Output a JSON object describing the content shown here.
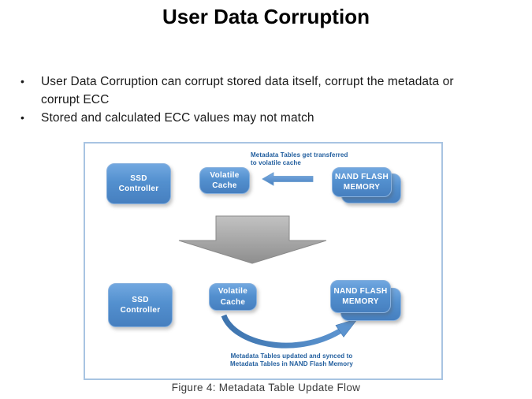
{
  "slide": {
    "title": "User Data Corruption",
    "bullet_glyph": "•",
    "bullets": [
      {
        "text": "User Data Corruption can corrupt stored data itself, corrupt the metadata or corrupt ECC"
      },
      {
        "text": "Stored and calculated ECC values may not match"
      }
    ]
  },
  "figure": {
    "caption": "Figure 4: Metadata Table Update Flow",
    "top": {
      "ssd": {
        "line1": "SSD",
        "line2": "Controller"
      },
      "cache": {
        "line1": "Volatile",
        "line2": "Cache"
      },
      "nand": {
        "line1": "NAND FLASH",
        "line2": "MEMORY"
      },
      "transfer_label": {
        "line1": "Metadata Tables get transferred",
        "line2": "to volatile cache"
      }
    },
    "bottom": {
      "ssd": {
        "line1": "SSD",
        "line2": "Controller"
      },
      "cache": {
        "line1": "Volatile",
        "line2": "Cache"
      },
      "nand": {
        "line1": "NAND FLASH",
        "line2": "MEMORY"
      },
      "sync_label": {
        "line1": "Metadata Tables updated and synced to",
        "line2": "Metadata Tables in NAND Flash Memory"
      }
    }
  },
  "colors": {
    "node_blue_top": "#72a8e0",
    "node_blue_bottom": "#467fbf",
    "node_border": "#8ab2de",
    "label_blue": "#215e9e",
    "frame_border": "#a8c4e2",
    "arrow_gray": "#9e9e9e",
    "arrow_blue": "#4a86c5",
    "title_color": "#000000"
  }
}
